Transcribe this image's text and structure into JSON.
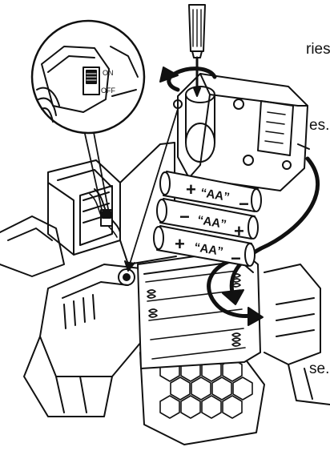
{
  "text_fragments": {
    "top": "ries.",
    "middle": "es.",
    "bottom": "se."
  },
  "switch": {
    "on_label": "ON",
    "off_label": "OFF"
  },
  "batteries": [
    {
      "label": "“AA”",
      "left_sign": "+",
      "right_sign": "−"
    },
    {
      "label": "“AA”",
      "left_sign": "−",
      "right_sign": "+"
    },
    {
      "label": "“AA”",
      "left_sign": "+",
      "right_sign": "−"
    }
  ],
  "colors": {
    "line": "#111111",
    "fill": "#ffffff",
    "shade": "#d9d9d9"
  }
}
